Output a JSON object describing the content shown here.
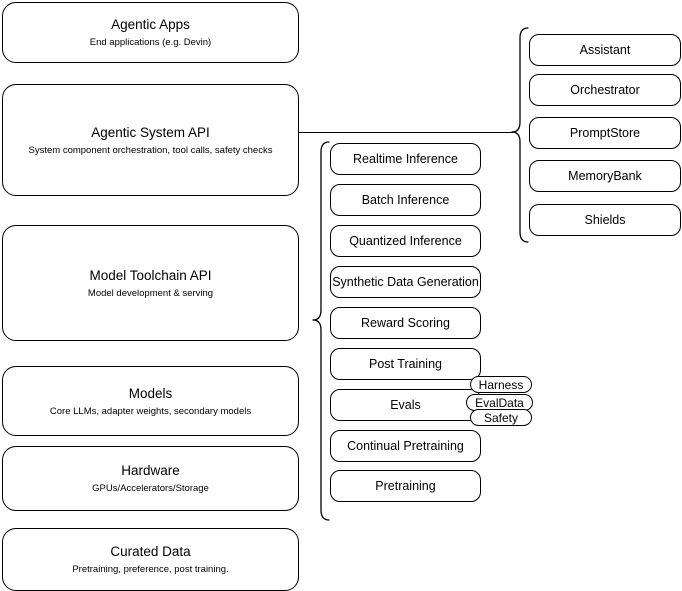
{
  "diagram": {
    "title": "Agentic stack layered architecture",
    "stroke_color": "#000000",
    "background_color": "#ffffff"
  },
  "layers": [
    {
      "title": "Agentic Apps",
      "subtitle": "End applications (e.g. Devin)"
    },
    {
      "title": "Agentic System API",
      "subtitle": "System component orchestration, tool calls, safety checks"
    },
    {
      "title": "Model Toolchain API",
      "subtitle": "Model development & serving"
    },
    {
      "title": "Models",
      "subtitle": "Core LLMs, adapter weights, secondary models"
    },
    {
      "title": "Hardware",
      "subtitle": "GPUs/Accelerators/Storage"
    },
    {
      "title": "Curated Data",
      "subtitle": "Pretraining, preference, post training."
    }
  ],
  "toolchain_capabilities": [
    {
      "label": "Realtime Inference"
    },
    {
      "label": "Batch Inference"
    },
    {
      "label": "Quantized Inference"
    },
    {
      "label": "Synthetic Data Generation"
    },
    {
      "label": "Reward Scoring"
    },
    {
      "label": "Post Training"
    },
    {
      "label": "Evals"
    },
    {
      "label": "Continual Pretraining"
    },
    {
      "label": "Pretraining"
    }
  ],
  "system_components": [
    {
      "label": "Assistant"
    },
    {
      "label": "Orchestrator"
    },
    {
      "label": "PromptStore"
    },
    {
      "label": "MemoryBank"
    },
    {
      "label": "Shields"
    }
  ],
  "eval_pills": [
    {
      "label": "Harness"
    },
    {
      "label": "EvalData"
    },
    {
      "label": "Safety"
    }
  ]
}
